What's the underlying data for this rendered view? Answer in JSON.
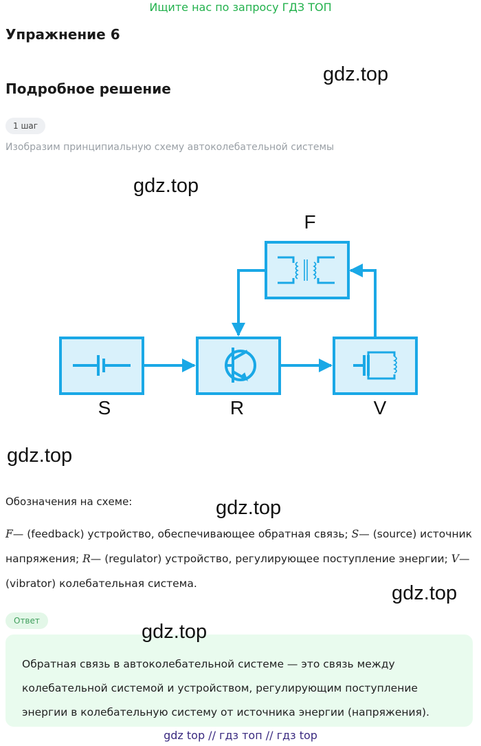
{
  "header": {
    "banner": "Ищите нас по запросу ГДЗ ТОП"
  },
  "exercise": {
    "title": "Упражнение 6"
  },
  "solution": {
    "title": "Подробное решение",
    "step_label": "1 шаг",
    "step_text": "Изобразим принципиальную схему автоколебательной системы"
  },
  "watermark": {
    "text": "gdz.top"
  },
  "diagram": {
    "labels": {
      "f": "F",
      "s": "S",
      "r": "R",
      "v": "V"
    },
    "colors": {
      "stroke": "#1aa8e6",
      "fill": "#d9f1fb"
    }
  },
  "legend": {
    "title": "Обозначения на схеме:",
    "f_var": "F",
    "f_text": "— (feedback) устройство, обеспечивающее обратная связь; ",
    "s_var": "S",
    "s_text": "— (source) источник напряжения; ",
    "r_var": "R",
    "r_text": "— (regulator) устройство, регулирующее поступление энергии; ",
    "v_var": "V",
    "v_text": "— (vibrator) колебательная система."
  },
  "answer": {
    "label": "Ответ",
    "text": "Обратная связь в автоколебательной системе — это связь между колебательной системой и устройством, регулирующим поступление энергии в колебательную систему от источника энергии (напряжения)."
  },
  "footer": {
    "text": "gdz top  //  гдз топ  //  гдз top"
  }
}
